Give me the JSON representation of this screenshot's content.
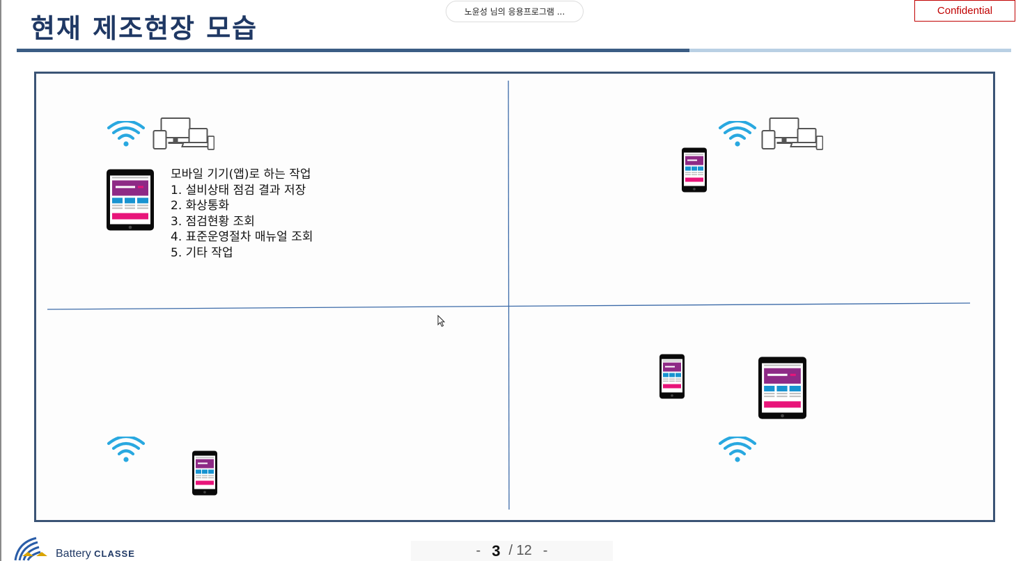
{
  "header": {
    "title": "현재 제조현장 모습",
    "share_pill": "노윤성 님의 응용프로그램 ...",
    "confidential": "Confidential"
  },
  "tasks": {
    "heading": "모바일 기기(앱)로 하는 작업",
    "items": [
      "1. 설비상태 점검 결과 저장",
      "2. 화상통화",
      "3. 점검현황 조회",
      "4. 표준운영절차 매뉴얼 조회",
      "5. 기타 작업"
    ]
  },
  "footer": {
    "logo_brand": "Battery",
    "logo_suffix": "CLASSE",
    "page_current": "3",
    "page_total": "/ 12",
    "dash_left": "-",
    "dash_right": "-"
  },
  "colors": {
    "title": "#1f3864",
    "confidential": "#c00000",
    "wifi": "#29a8e0",
    "quadrant_line": "#3b6aa8",
    "frame": "#3b5475"
  },
  "icons": [
    "wifi-icon",
    "devices-icon",
    "tablet-icon",
    "phone-icon",
    "mouse-cursor-icon",
    "company-logo"
  ]
}
